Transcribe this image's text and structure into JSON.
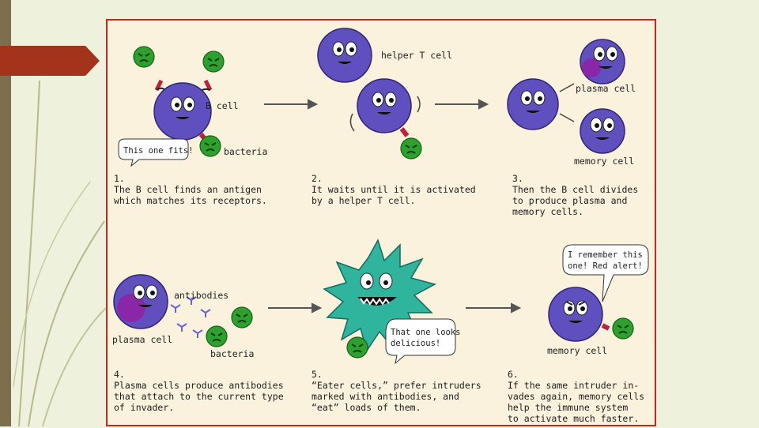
{
  "colors": {
    "slide_background": "#eef2dc",
    "side_bar": "#7d6e4e",
    "accent_arrow": "#a3331a",
    "figure_border": "#c8271f",
    "figure_background": "#fbf2dd",
    "cell_purple": "#5f4fbf",
    "bacteria_green": "#2ea02e",
    "eater_cell_teal": "#2fb49e"
  },
  "panels": [
    {
      "number": "1.",
      "caption": [
        "The B cell finds an antigen",
        "which matches its receptors."
      ],
      "labels": {
        "cell": "B cell",
        "bacteria": "bacteria"
      },
      "bubble": [
        "This one fits!"
      ]
    },
    {
      "number": "2.",
      "caption": [
        "It waits until it is activated",
        "by a helper T cell."
      ],
      "labels": {
        "helper": "helper T cell"
      }
    },
    {
      "number": "3.",
      "caption": [
        "Then the B cell divides",
        "to produce plasma and",
        "memory cells."
      ],
      "labels": {
        "plasma": "plasma cell",
        "memory": "memory cell"
      }
    },
    {
      "number": "4.",
      "caption": [
        "Plasma cells produce antibodies",
        "that attach to the current type",
        "of invader."
      ],
      "labels": {
        "antibodies": "antibodies",
        "plasma": "plasma cell",
        "bacteria": "bacteria"
      }
    },
    {
      "number": "5.",
      "caption": [
        "“Eater cells,” prefer intruders",
        "marked with antibodies, and",
        "“eat” loads of them."
      ],
      "bubble": [
        "That one looks",
        "delicious!"
      ]
    },
    {
      "number": "6.",
      "caption": [
        "If the same intruder in-",
        "vades again, memory cells",
        "help the immune system",
        "to activate much faster."
      ],
      "labels": {
        "memory": "memory cell"
      },
      "bubble": [
        "I remember this",
        "one! Red alert!"
      ]
    }
  ]
}
